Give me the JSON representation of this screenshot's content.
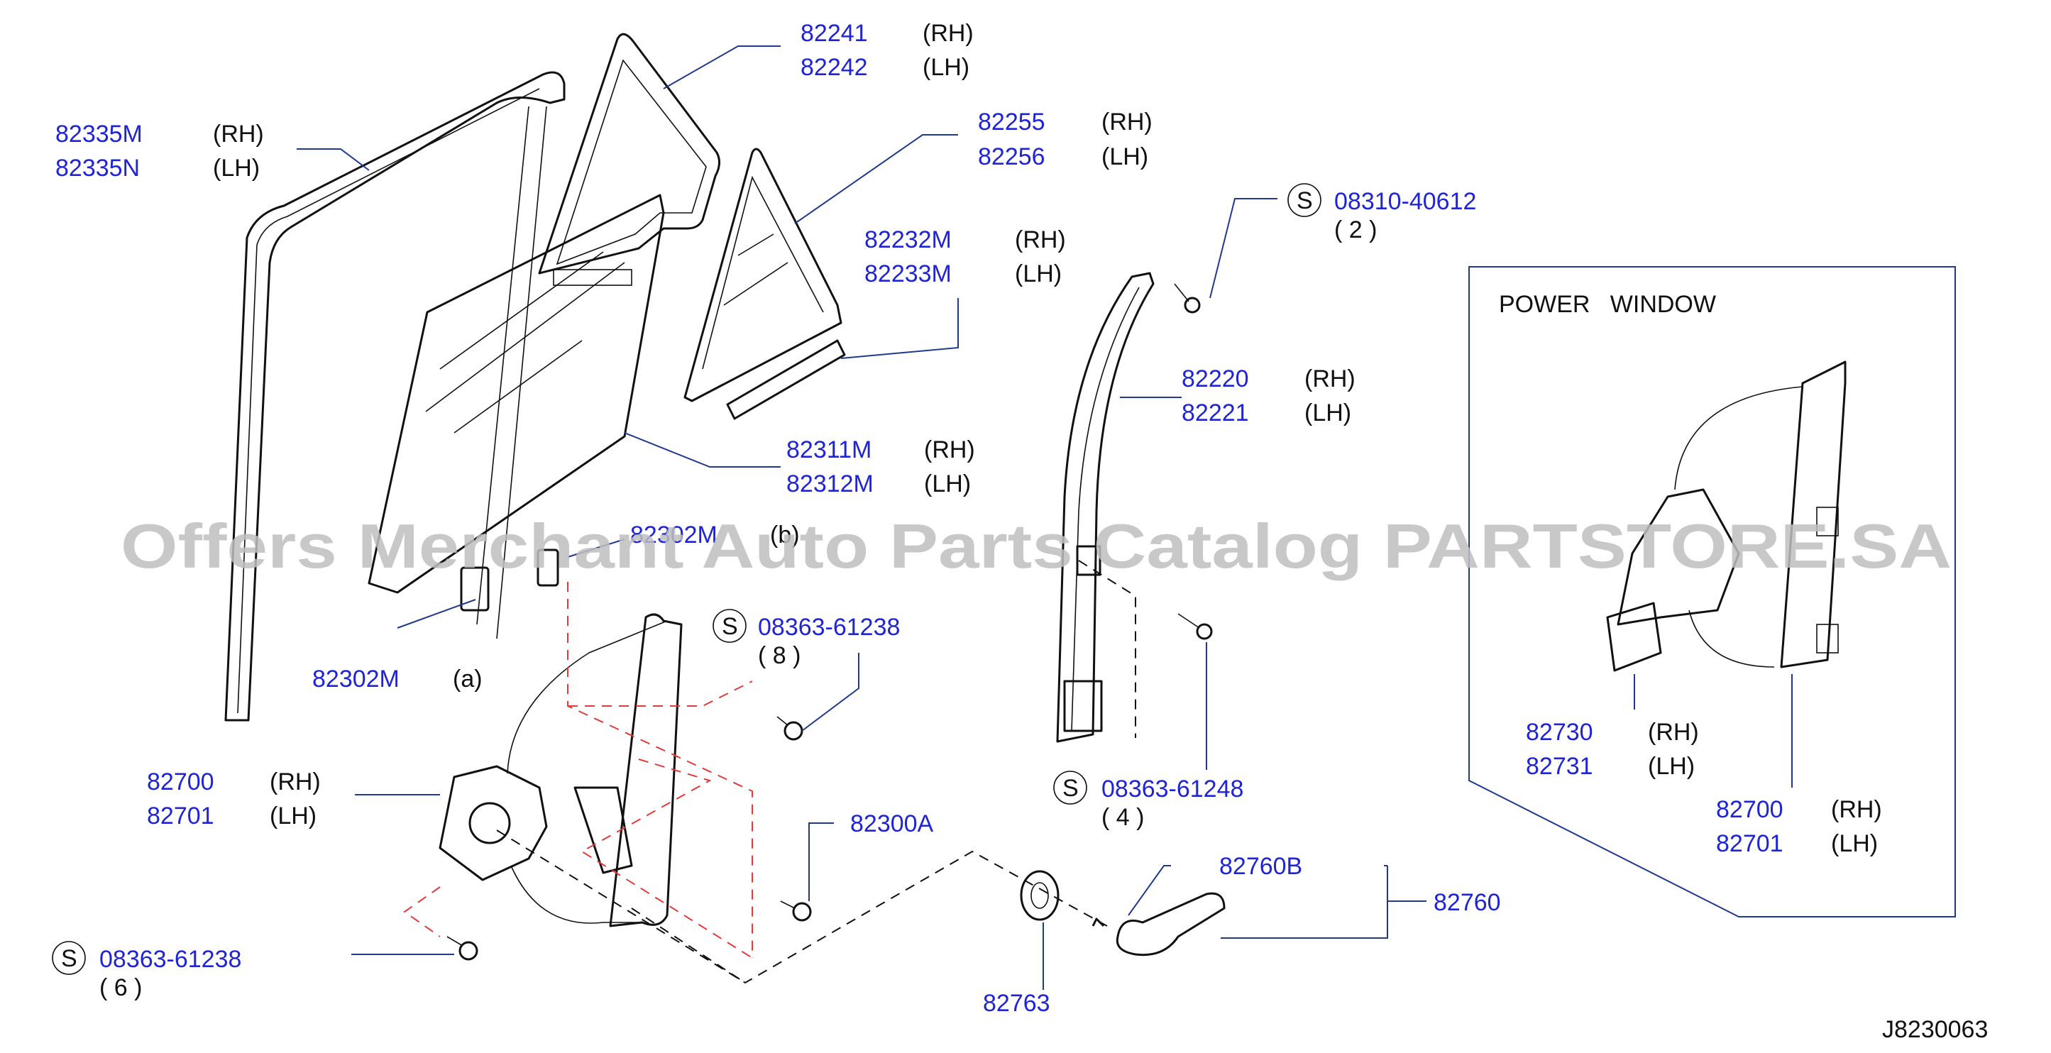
{
  "callouts": [
    {
      "part": "82241",
      "side": "(RH)"
    },
    {
      "part": "82242",
      "side": "(LH)"
    },
    {
      "part": "82335M",
      "side": "(RH)"
    },
    {
      "part": "82335N",
      "side": "(LH)"
    },
    {
      "part": "82255",
      "side": "(RH)"
    },
    {
      "part": "82256",
      "side": "(LH)"
    },
    {
      "part": "82232M",
      "side": "(RH)"
    },
    {
      "part": "82233M",
      "side": "(LH)"
    },
    {
      "part": "82311M",
      "side": "(RH)"
    },
    {
      "part": "82312M",
      "side": "(LH)"
    },
    {
      "part": "82220",
      "side": "(RH)"
    },
    {
      "part": "82221",
      "side": "(LH)"
    },
    {
      "part": "82302M",
      "side": "(a)"
    },
    {
      "part": "82302M",
      "side": "(b)"
    },
    {
      "part": "82700",
      "side": "(RH)"
    },
    {
      "part": "82701",
      "side": "(LH)"
    },
    {
      "part": "82730",
      "side": "(RH)"
    },
    {
      "part": "82731",
      "side": "(LH)"
    },
    {
      "part": "82700",
      "side": "(RH)"
    },
    {
      "part": "82701",
      "side": "(LH)"
    },
    {
      "part": "82300A",
      "side": ""
    },
    {
      "part": "82760B",
      "side": ""
    },
    {
      "part": "82760",
      "side": ""
    },
    {
      "part": "82763",
      "side": ""
    }
  ],
  "screws": [
    {
      "symbol": "S",
      "part": "08310-40612",
      "qty": "( 2 )"
    },
    {
      "symbol": "S",
      "part": "08363-61238",
      "qty": "( 8 )"
    },
    {
      "symbol": "S",
      "part": "08363-61248",
      "qty": "( 4 )"
    },
    {
      "symbol": "S",
      "part": "08363-61238",
      "qty": "( 6 )"
    }
  ],
  "power_window_label": "POWER   WINDOW",
  "drawing_id": "J8230063",
  "watermark": "Offers Merchant Auto Parts Catalog PARTSTORE.SA",
  "colors": {
    "part_number": "#1f25d6",
    "leader_line": "#1f3a8c",
    "dashed_red": "#e23a3a",
    "watermark": "#bfbfbf"
  }
}
